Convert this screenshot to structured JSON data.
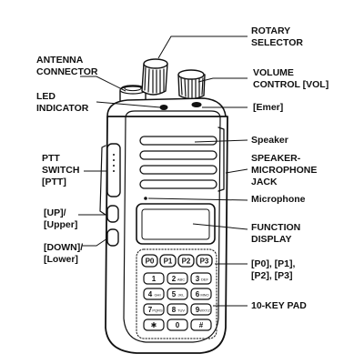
{
  "labels": {
    "rotary_selector": [
      "ROTARY",
      "SELECTOR"
    ],
    "antenna_connector": [
      "ANTENNA",
      "CONNECTOR"
    ],
    "volume_control": [
      "VOLUME",
      "CONTROL [VOL]"
    ],
    "led_indicator": [
      "LED",
      "INDICATOR"
    ],
    "emer": "[Emer]",
    "speaker": "Speaker",
    "ptt_switch": [
      "PTT",
      "SWITCH",
      "[PTT]"
    ],
    "speaker_mic_jack": [
      "SPEAKER-",
      "MICROPHONE",
      "JACK"
    ],
    "microphone": "Microphone",
    "up_key": [
      "[UP]/",
      "[Upper]"
    ],
    "function_display": [
      "FUNCTION",
      "DISPLAY"
    ],
    "down_key": [
      "[DOWN]/",
      "[Lower]"
    ],
    "p_keys": [
      "[P0], [P1],",
      "[P2], [P3]"
    ],
    "ten_key_pad": "10-KEY PAD"
  },
  "keypad": {
    "p_keys": [
      "P0",
      "P1",
      "P2",
      "P3"
    ],
    "rows": [
      [
        {
          "main": "1",
          "sub": ""
        },
        {
          "main": "2",
          "sub": "ABC"
        },
        {
          "main": "3",
          "sub": "DEF"
        }
      ],
      [
        {
          "main": "4",
          "sub": "GHI"
        },
        {
          "main": "5",
          "sub": "JKL"
        },
        {
          "main": "6",
          "sub": "MNO"
        }
      ],
      [
        {
          "main": "7",
          "sub": "PQRS"
        },
        {
          "main": "8",
          "sub": "TUV"
        },
        {
          "main": "9",
          "sub": "WXYZ"
        }
      ],
      [
        {
          "main": "✱",
          "sub": ""
        },
        {
          "main": "0",
          "sub": ""
        },
        {
          "main": "#",
          "sub": ""
        }
      ]
    ]
  }
}
